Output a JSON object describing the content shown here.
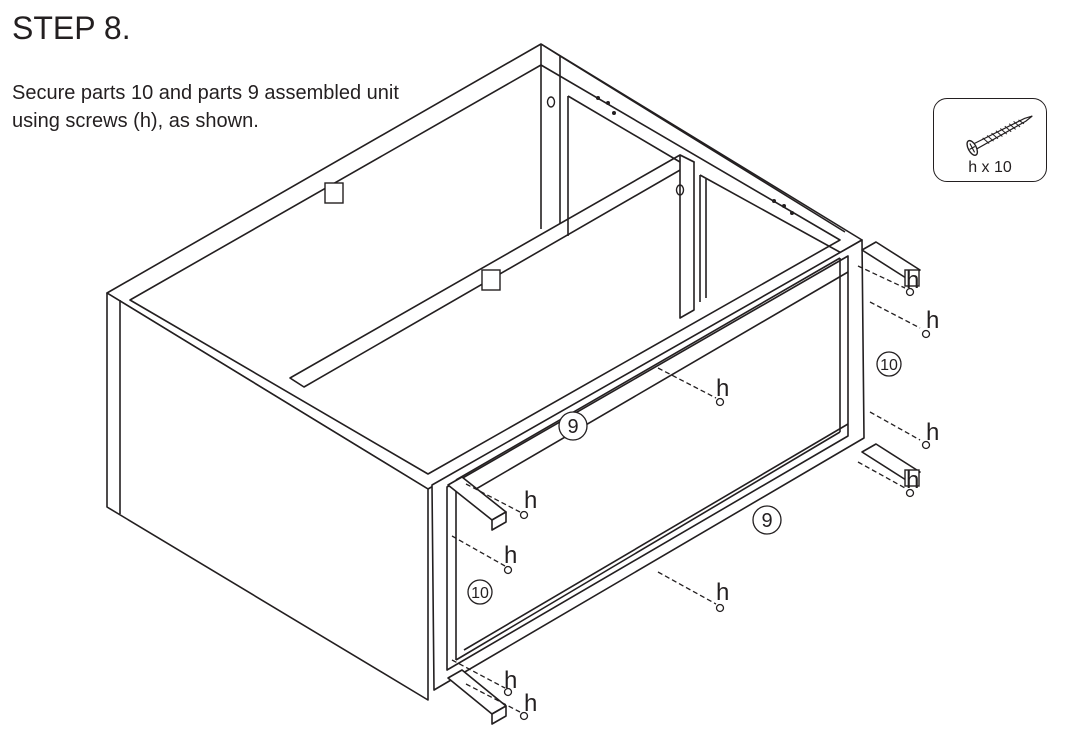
{
  "step": {
    "title": "STEP 8."
  },
  "instruction": "Secure parts 10 and parts 9 assembled unit using screws (h), as shown.",
  "hardware": {
    "icon": "screw-icon",
    "label": "h x 10"
  },
  "callouts": {
    "screw": "h",
    "part9": "9",
    "part10": "10"
  }
}
